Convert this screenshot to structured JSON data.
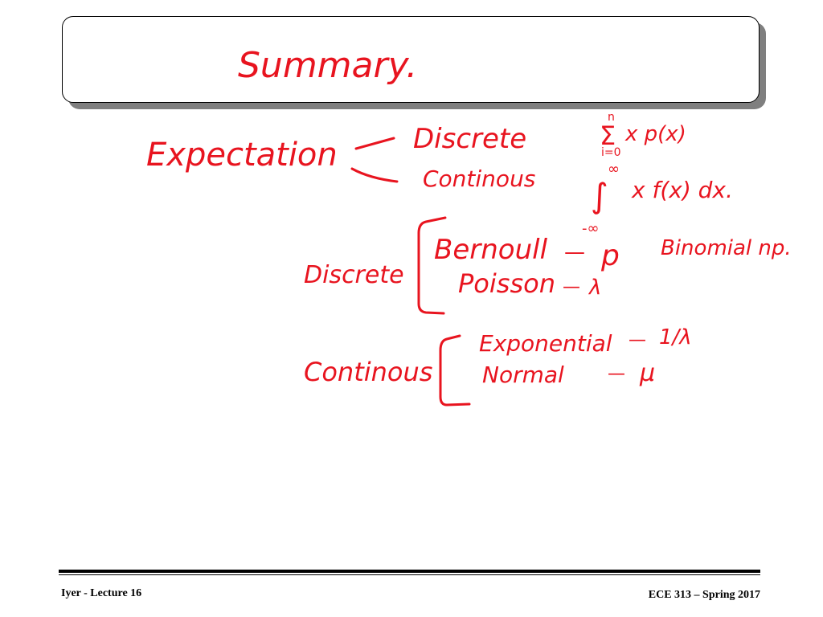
{
  "slide": {
    "title": "Summary.",
    "expectation": {
      "label": "Expectation",
      "discrete_label": "Discrete",
      "discrete_formula_sum": "Σ",
      "discrete_formula_upper": "n",
      "discrete_formula_lower": "i=0",
      "discrete_formula_body": "x p(x)",
      "continuous_label": "Continous",
      "continuous_formula_integral": "∫",
      "continuous_formula_upper": "∞",
      "continuous_formula_lower": "-∞",
      "continuous_formula_body": "x f(x) dx."
    },
    "discrete_group": {
      "label": "Discrete",
      "items": [
        {
          "name": "Bernoull",
          "dash": "—",
          "param": "p",
          "extra": "Binomial np."
        },
        {
          "name": "Poisson",
          "dash": "—",
          "param": "λ",
          "extra": ""
        }
      ]
    },
    "continuous_group": {
      "label": "Continous",
      "items": [
        {
          "name": "Exponential",
          "dash": "—",
          "param": "1/λ"
        },
        {
          "name": "Normal",
          "dash": "—",
          "param": "μ"
        }
      ]
    }
  },
  "footer": {
    "left": "Iyer  - Lecture 16",
    "right": "ECE 313 – Spring 2017"
  },
  "colors": {
    "ink": "#e8141f",
    "shadow": "#7f7f7f"
  }
}
